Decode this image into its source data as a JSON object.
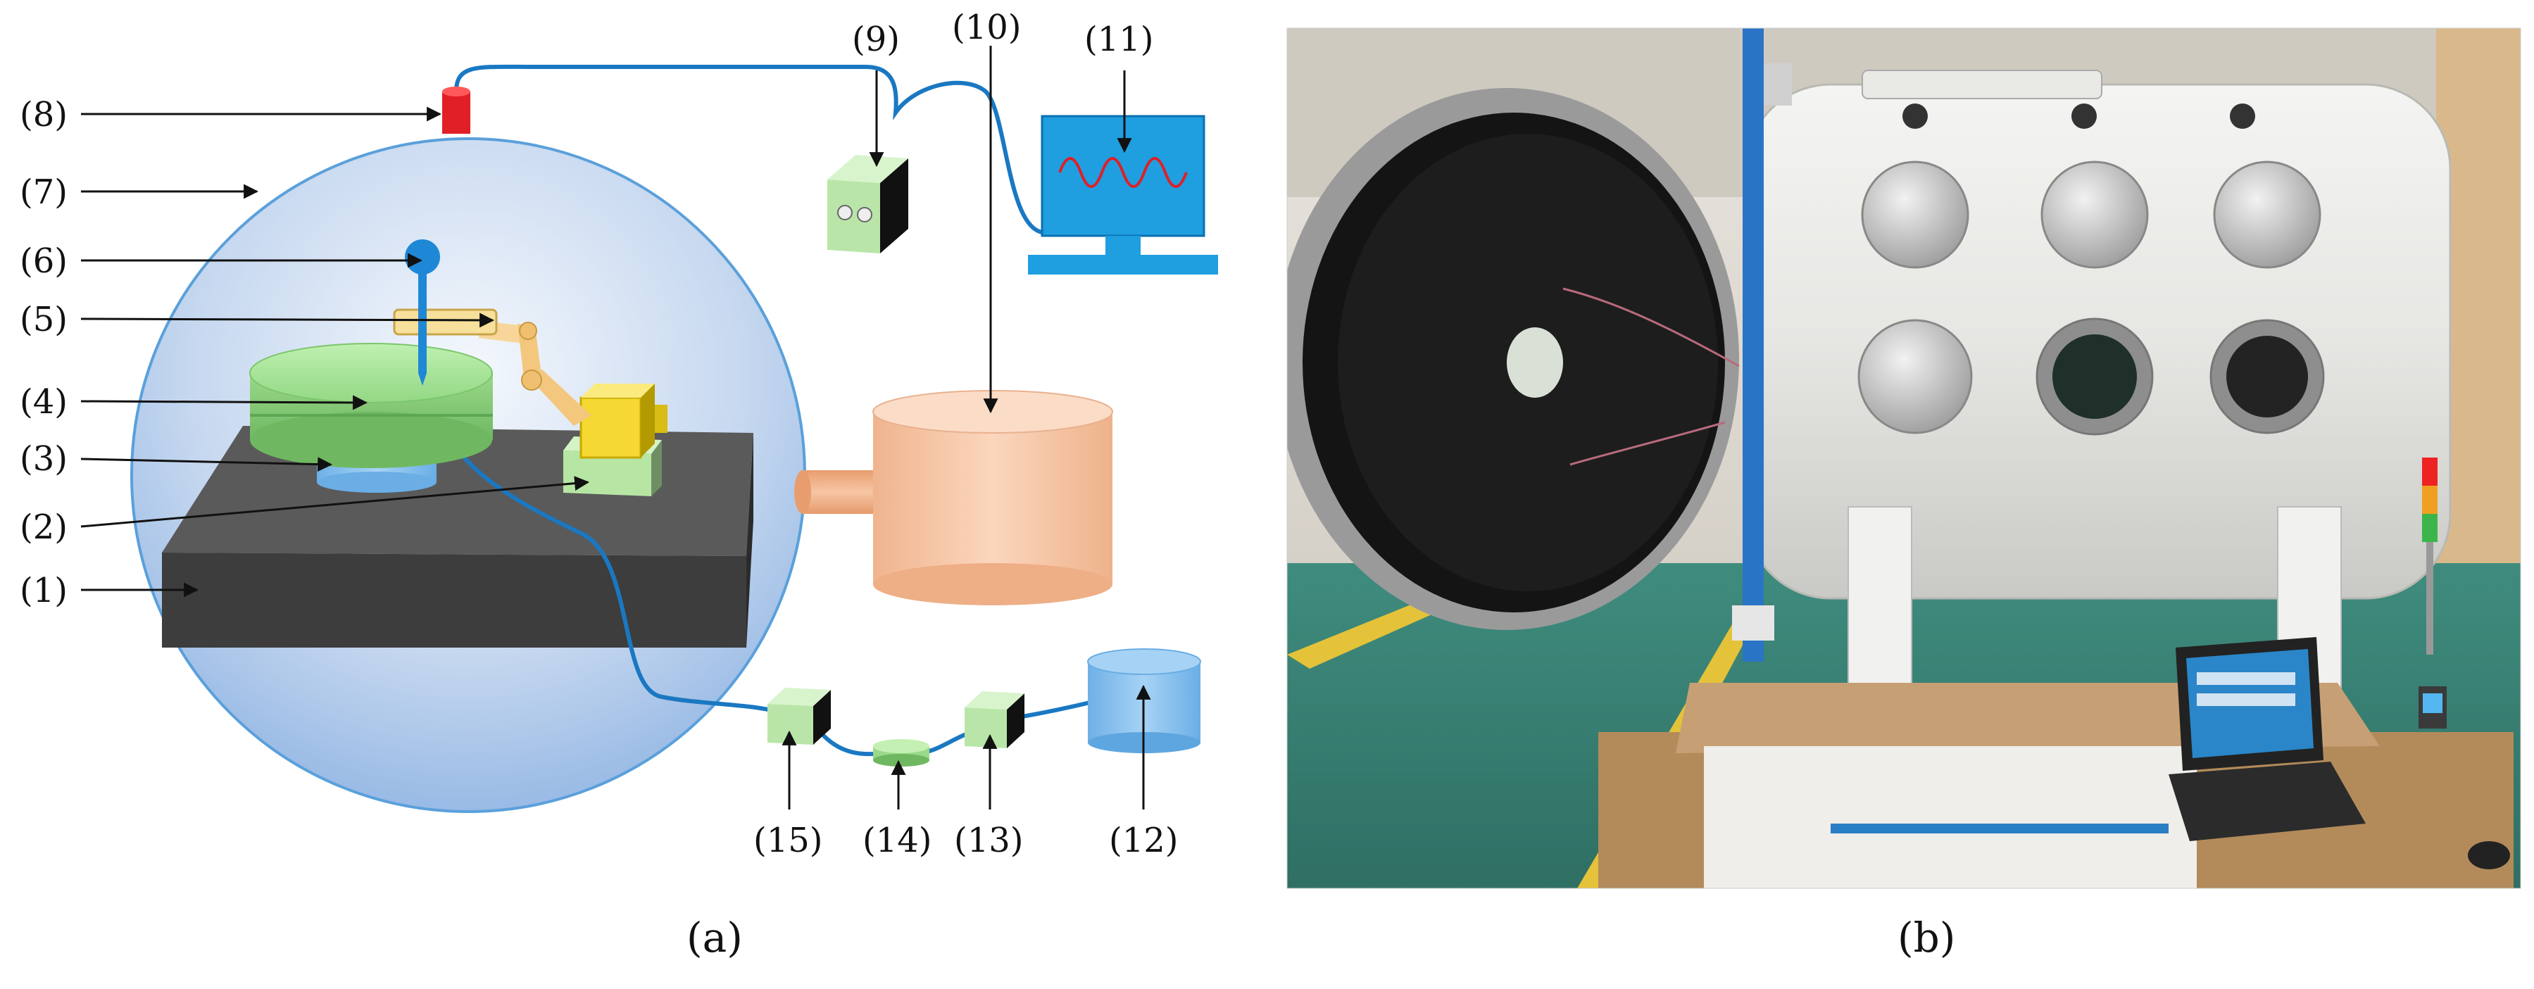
{
  "panel_a": {
    "caption": "(a)",
    "labels": {
      "l1": "(1)",
      "l2": "(2)",
      "l3": "(3)",
      "l4": "(4)",
      "l5": "(5)",
      "l6": "(6)",
      "l7": "(7)",
      "l8": "(8)",
      "l9": "(9)",
      "l10": "(10)",
      "l11": "(11)",
      "l12": "(12)",
      "l13": "(13)",
      "l14": "(14)",
      "l15": "(15)"
    },
    "colors": {
      "chamber": "#8fb4e3",
      "base": "#4a4a4a",
      "disk": "#9fde8e",
      "monitor": "#1f9ee0",
      "tank": "#f7c7a6",
      "cylinder": "#8fc4ec",
      "cable": "#1a78c2",
      "sensor": "#e01f26"
    }
  },
  "panel_b": {
    "caption": "(b)",
    "photo": "vacuum-chamber-photo"
  }
}
